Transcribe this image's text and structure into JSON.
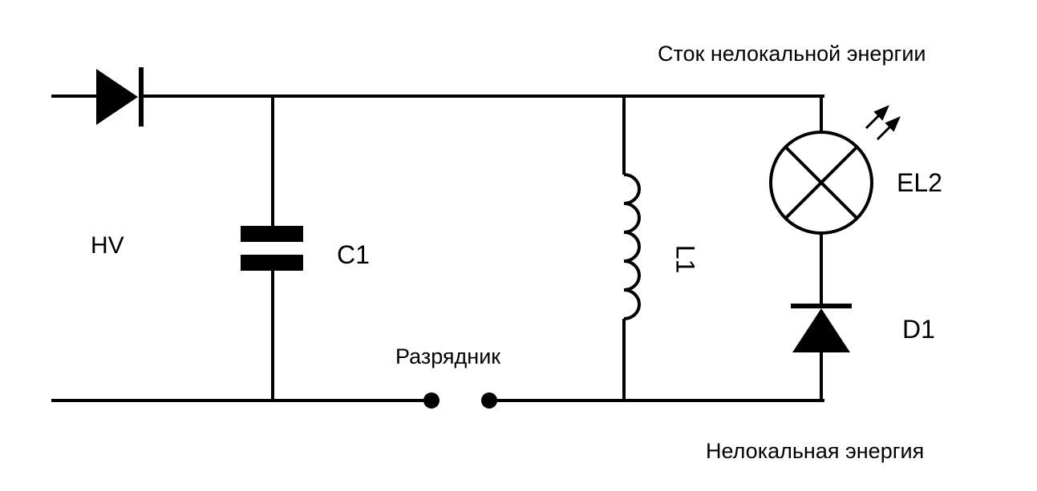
{
  "labels": {
    "sink": "Сток нелокальной энергии",
    "nonlocal": "Нелокальная энергия",
    "spark_gap": "Разрядник",
    "hv": "HV",
    "c1": "C1",
    "l1": "L1",
    "el2": "EL2",
    "d1": "D1"
  },
  "colors": {
    "line": "#000000",
    "background": "#ffffff"
  },
  "components": [
    "diode",
    "capacitor",
    "inductor",
    "lamp",
    "diode",
    "spark-gap"
  ]
}
